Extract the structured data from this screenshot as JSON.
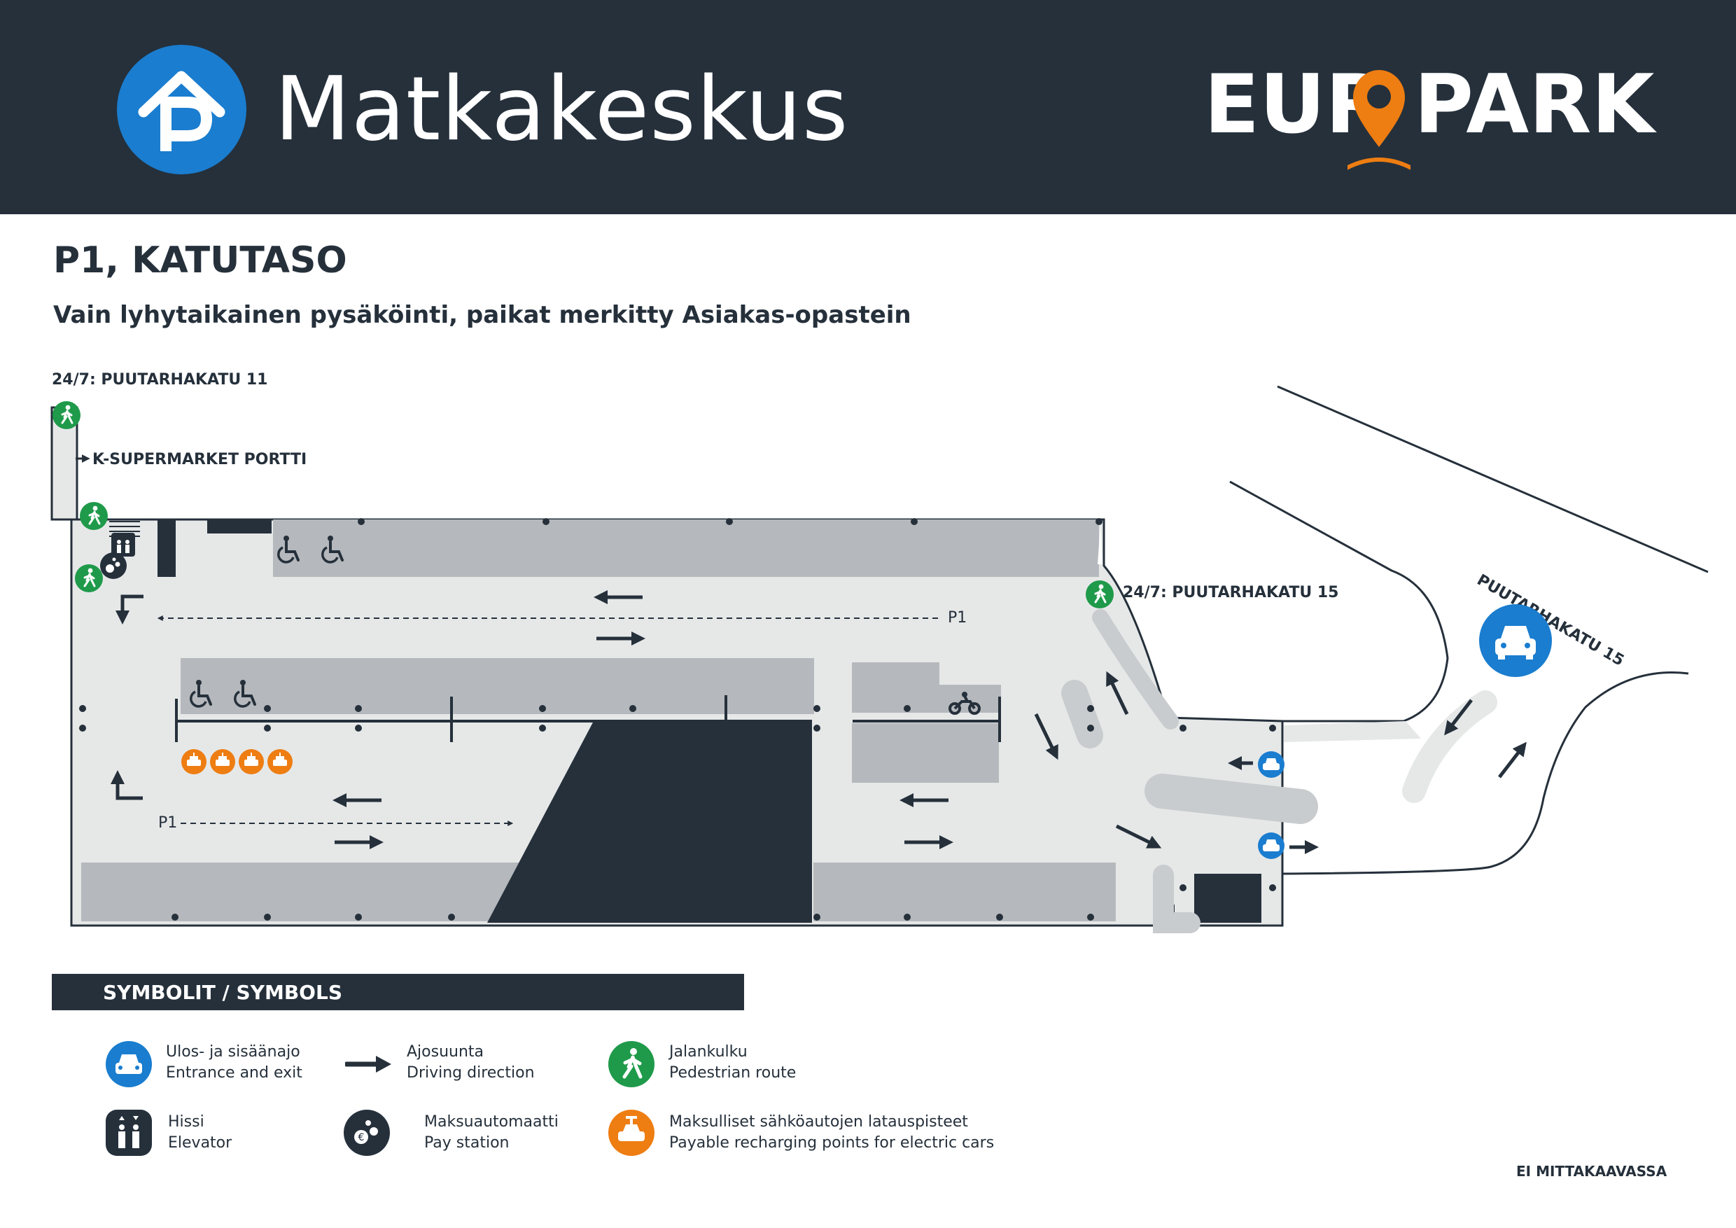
{
  "header": {
    "site_name": "Matkakeskus",
    "brand_left": "EUR",
    "brand_right": "PARK"
  },
  "title": "P1, KATUTASO",
  "subtitle": "Vain lyhytaikainen pysäköinti, paikat merkitty Asiakas-opastein",
  "map": {
    "entrance_label_1": "24/7: PUUTARHAKATU 11",
    "supermarket_label": "K-SUPERMARKET PORTTI",
    "entrance_label_2": "24/7: PUUTARHAKATU 15",
    "street_label": "PUUTARHAKATU 15",
    "route_label_top": "P1",
    "route_label_bottom": "P1"
  },
  "legend": {
    "title": "SYMBOLIT / SYMBOLS",
    "items": [
      {
        "fi": "Ulos- ja sisäänajo",
        "en": "Entrance and exit",
        "icon": "car-icon"
      },
      {
        "fi": "Ajosuunta",
        "en": "Driving direction",
        "icon": "arrow-icon"
      },
      {
        "fi": "Jalankulku",
        "en": "Pedestrian route",
        "icon": "pedestrian-icon"
      },
      {
        "fi": "Hissi",
        "en": "Elevator",
        "icon": "elevator-icon"
      },
      {
        "fi": "Maksuautomaatti",
        "en": "Pay station",
        "icon": "pay-station-icon"
      },
      {
        "fi": "Maksulliset sähköautojen latauspisteet",
        "en": "Payable recharging points for electric cars",
        "icon": "ev-charging-icon"
      }
    ]
  },
  "note": "EI MITTAKAAVASSA",
  "colors": {
    "dark": "#25303b",
    "blue": "#1a7dcf",
    "green": "#1f9a4a",
    "orange": "#ee7d12",
    "floor": "#e6e8e8",
    "parking": "#b5b8bc"
  }
}
